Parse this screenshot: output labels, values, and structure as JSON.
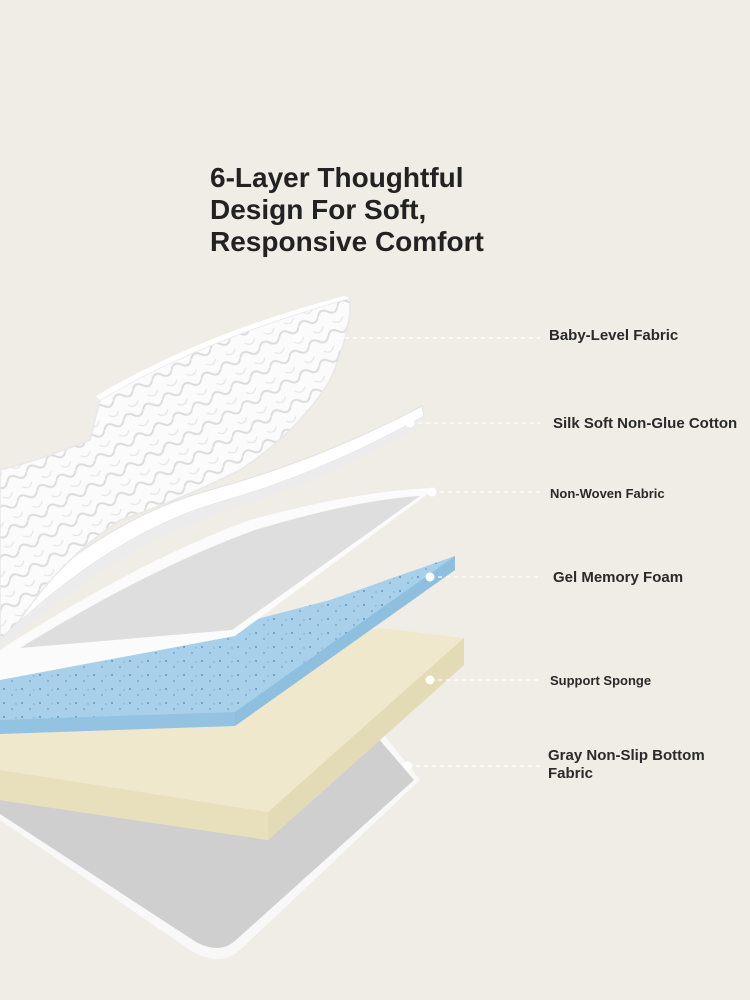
{
  "heading": {
    "line1": "6-Layer Thoughtful",
    "line2": "Design For Soft,",
    "line3": "Responsive Comfort"
  },
  "layers": [
    {
      "label": "Baby-Level Fabric"
    },
    {
      "label": "Silk Soft Non-Glue Cotton"
    },
    {
      "label": "Non-Woven Fabric"
    },
    {
      "label": "Gel Memory Foam"
    },
    {
      "label": "Support Sponge"
    },
    {
      "label": "Gray Non-Slip Bottom Fabric"
    }
  ],
  "colors": {
    "background": "#f0ece6",
    "fabric": "#ffffff",
    "non_woven": "#dedede",
    "gel_foam": "#a8d0ea",
    "sponge": "#efe8cc",
    "bottom": "#cfcfcf"
  }
}
